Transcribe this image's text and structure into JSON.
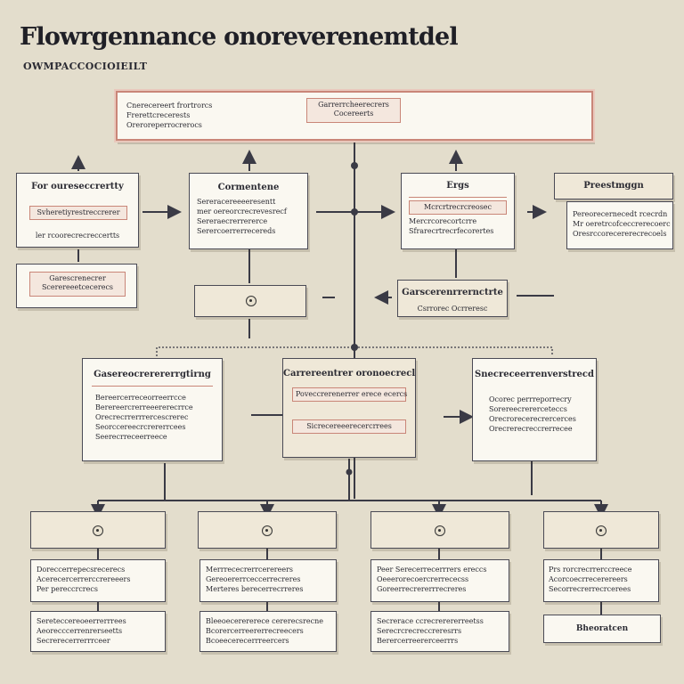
{
  "header": {
    "title": "Flowrgennance onoreverenemtdel",
    "subtitle": "OWMPACCOCIOIEILT"
  },
  "top_box": {
    "left_lines": [
      "Cnerecereert frortrorcs",
      "Frerettcrecerests",
      "Oreroreperrocrerocs"
    ],
    "pill_lines": [
      "Garrerrcheerecrers",
      "Cocereerts"
    ]
  },
  "row1": [
    {
      "title": "For oureseccrertty",
      "pill": "Svheretiyrestreccrerer",
      "text": "ler rcoorecrecreccertts"
    },
    {
      "title": "Cormentene",
      "text": [
        "Sereracereeeeresentt",
        "mer oereorcrecrevesrecf",
        "Sereraecrerrererce",
        "Serercoerrerrecereds"
      ]
    },
    {
      "title": "Ergs",
      "pill": "Mcrcrtrecrcreosec",
      "text": [
        "Mercrcorecortcrre",
        "Sfrarecrtrecrfecorertes"
      ]
    },
    {
      "title": "Preestmggn",
      "text": [
        "Pereorecernecedt rcecrdn",
        "Mr oeretrcofceccrerecoerc",
        "Oresrccorecererecrecoels"
      ]
    }
  ],
  "row1b": {
    "left_pill": [
      "Garescrenecrer",
      "Scerereeetcecerecs"
    ],
    "center_box": [
      "Garscerenrrernctrte",
      "Csrrorec Ocrreresc"
    ]
  },
  "row2": [
    {
      "title": "Gasereocrerererrgtirng",
      "text": [
        "Bereercerreceorreerrcce",
        "Berereercrerreeererecrrce",
        "Orecrecrrerrrercescrerec",
        "Seorccereecrcrererrcees",
        "Seerecrreceerreece"
      ]
    },
    {
      "title": "Carrereentrer oronoecrecl",
      "pills": [
        "Poveccrerenerrer erece ecercs",
        "Sicrecereeerecercrrees"
      ]
    },
    {
      "title": "Snecreceerrenverstrecd",
      "text": [
        "Ocorec perrreporrecry",
        "Sorereecrererceteccs",
        "Orecrorecerecrercerces",
        "Orecrerecreccrerrecee"
      ]
    }
  ],
  "row3": [
    {
      "texts": [
        [
          "Doreccerrepecsrecerecs",
          "Acerecercerrerccrereeers",
          "Per pereccrcrecs"
        ],
        [
          "Sereteccereoeerrerrrees",
          "Aeorecccerrenrerseetts",
          "Secrerecerrerrrceer"
        ]
      ]
    },
    {
      "texts": [
        [
          "Merrrececrerrcerereers",
          "Gereoererrceccerrecreres",
          "Merteres berecerrecrreres"
        ],
        [
          "Bleeoecerererece cererecsrecne",
          "Bcorercerreererrecreecers",
          "Bcoeecerecerrreercers"
        ]
      ]
    },
    {
      "texts": [
        [
          "Peer Serecerrecerrrers ereccs",
          "Oeeerorecoercrerrececss",
          "Goreerrecrererrrecreres"
        ],
        [
          "Secrerace ccrecrerererreetss",
          "Serecrcrecreccreresrrs",
          "Berercerreererceerrrs"
        ]
      ]
    },
    {
      "texts": [
        [
          "Prs rorcrecrrerccreece",
          "Acorcoecrrecerereers",
          "Secorrecrerrecrcerees"
        ],
        [
          "Bheoratcen"
        ]
      ]
    }
  ],
  "colors": {
    "background": "#e3ddcc",
    "line": "#3a3a45",
    "accent": "#c98678"
  }
}
